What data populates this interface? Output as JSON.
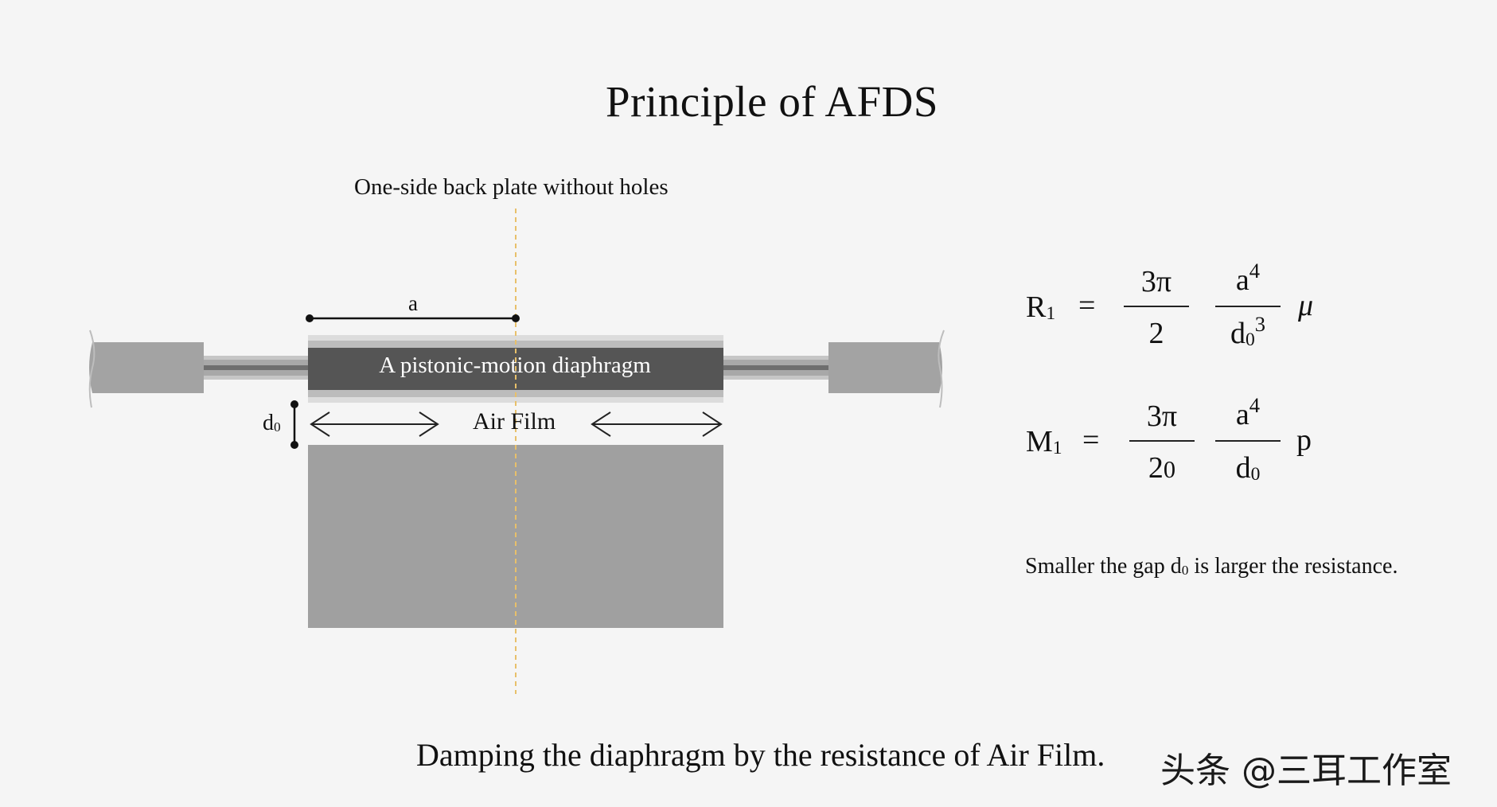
{
  "title": "Principle of AFDS",
  "diagram": {
    "backplate_label": "One-side back plate without holes",
    "radius_label": "a",
    "diaphragm_label": "A pistonic-motion diaphragm",
    "air_film_label": "Air Film",
    "gap_label": {
      "main": "d",
      "sub": "0"
    }
  },
  "formulas": {
    "r1": {
      "lhs_main": "R",
      "lhs_sub": "1",
      "equals": "=",
      "frac1_num": "3π",
      "frac1_den": "2",
      "frac2_num_base": "a",
      "frac2_num_exp": "4",
      "frac2_den_base": "d",
      "frac2_den_sub": "0",
      "frac2_den_exp": "3",
      "tail": "μ"
    },
    "m1": {
      "lhs_main": "M",
      "lhs_sub": "1",
      "equals": "=",
      "frac1_num": "3π",
      "frac1_den_main": "2",
      "frac1_den_sub": "0",
      "frac2_num_base": "a",
      "frac2_num_exp": "4",
      "frac2_den_base": "d",
      "frac2_den_sub": "0",
      "tail": "p"
    }
  },
  "note": {
    "before": "Smaller the gap d",
    "sub": "0",
    "after": " is larger the resistance."
  },
  "caption": "Damping the diaphragm by the resistance of Air Film.",
  "watermark": "头条 @三耳工作室",
  "colors": {
    "background": "#f5f5f5",
    "diaphragm": "#555555",
    "block": "#a0a0a0",
    "axis_line": "#e8c06a"
  }
}
